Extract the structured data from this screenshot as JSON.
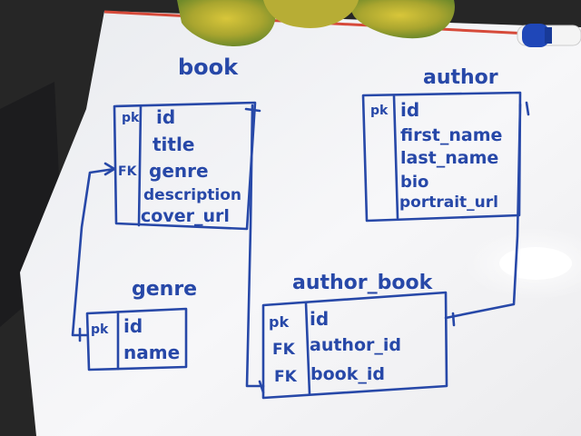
{
  "colors": {
    "ink": "#2748a8",
    "whiteboard": "#f3f3f5",
    "frame_line": "#d64a3a",
    "cloth_yellow": "#c6b734",
    "cloth_green": "#7c9b2f",
    "marker_cap": "#1f47b8",
    "background": "#2a2a2a"
  },
  "diagram": {
    "tables": [
      {
        "name": "book",
        "rows": [
          {
            "key": "pk",
            "field": "id"
          },
          {
            "key": "",
            "field": "title"
          },
          {
            "key": "FK",
            "field": "genre"
          },
          {
            "key": "",
            "field": "description"
          },
          {
            "key": "",
            "field": "cover_url"
          }
        ]
      },
      {
        "name": "author",
        "rows": [
          {
            "key": "pk",
            "field": "id"
          },
          {
            "key": "",
            "field": "first_name"
          },
          {
            "key": "",
            "field": "last_name"
          },
          {
            "key": "",
            "field": "bio"
          },
          {
            "key": "",
            "field": "portrait_url"
          }
        ]
      },
      {
        "name": "genre",
        "rows": [
          {
            "key": "pk",
            "field": "id"
          },
          {
            "key": "",
            "field": "name"
          }
        ]
      },
      {
        "name": "author_book",
        "rows": [
          {
            "key": "pk",
            "field": "id"
          },
          {
            "key": "FK",
            "field": "author_id"
          },
          {
            "key": "FK",
            "field": "book_id"
          }
        ]
      }
    ]
  }
}
